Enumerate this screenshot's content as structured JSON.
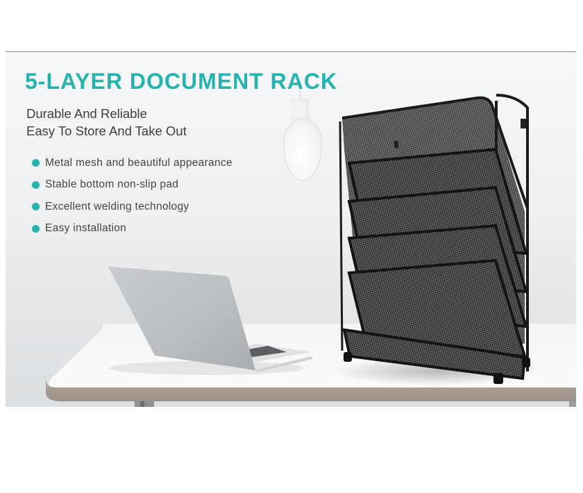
{
  "banner": {
    "title": "5-LAYER DOCUMENT RACK",
    "subtitle_lines": [
      "Durable And Reliable",
      "Easy To Store And Take Out"
    ],
    "features": [
      "Metal mesh and beautiful appearance",
      "Stable bottom non-slip pad",
      "Excellent welding technology",
      "Easy installation"
    ],
    "accent_color": "#27b3ad",
    "scene": {
      "objects": [
        "hanging-light-bulb",
        "laptop",
        "5-tier-mesh-document-rack",
        "white-desk"
      ]
    }
  }
}
